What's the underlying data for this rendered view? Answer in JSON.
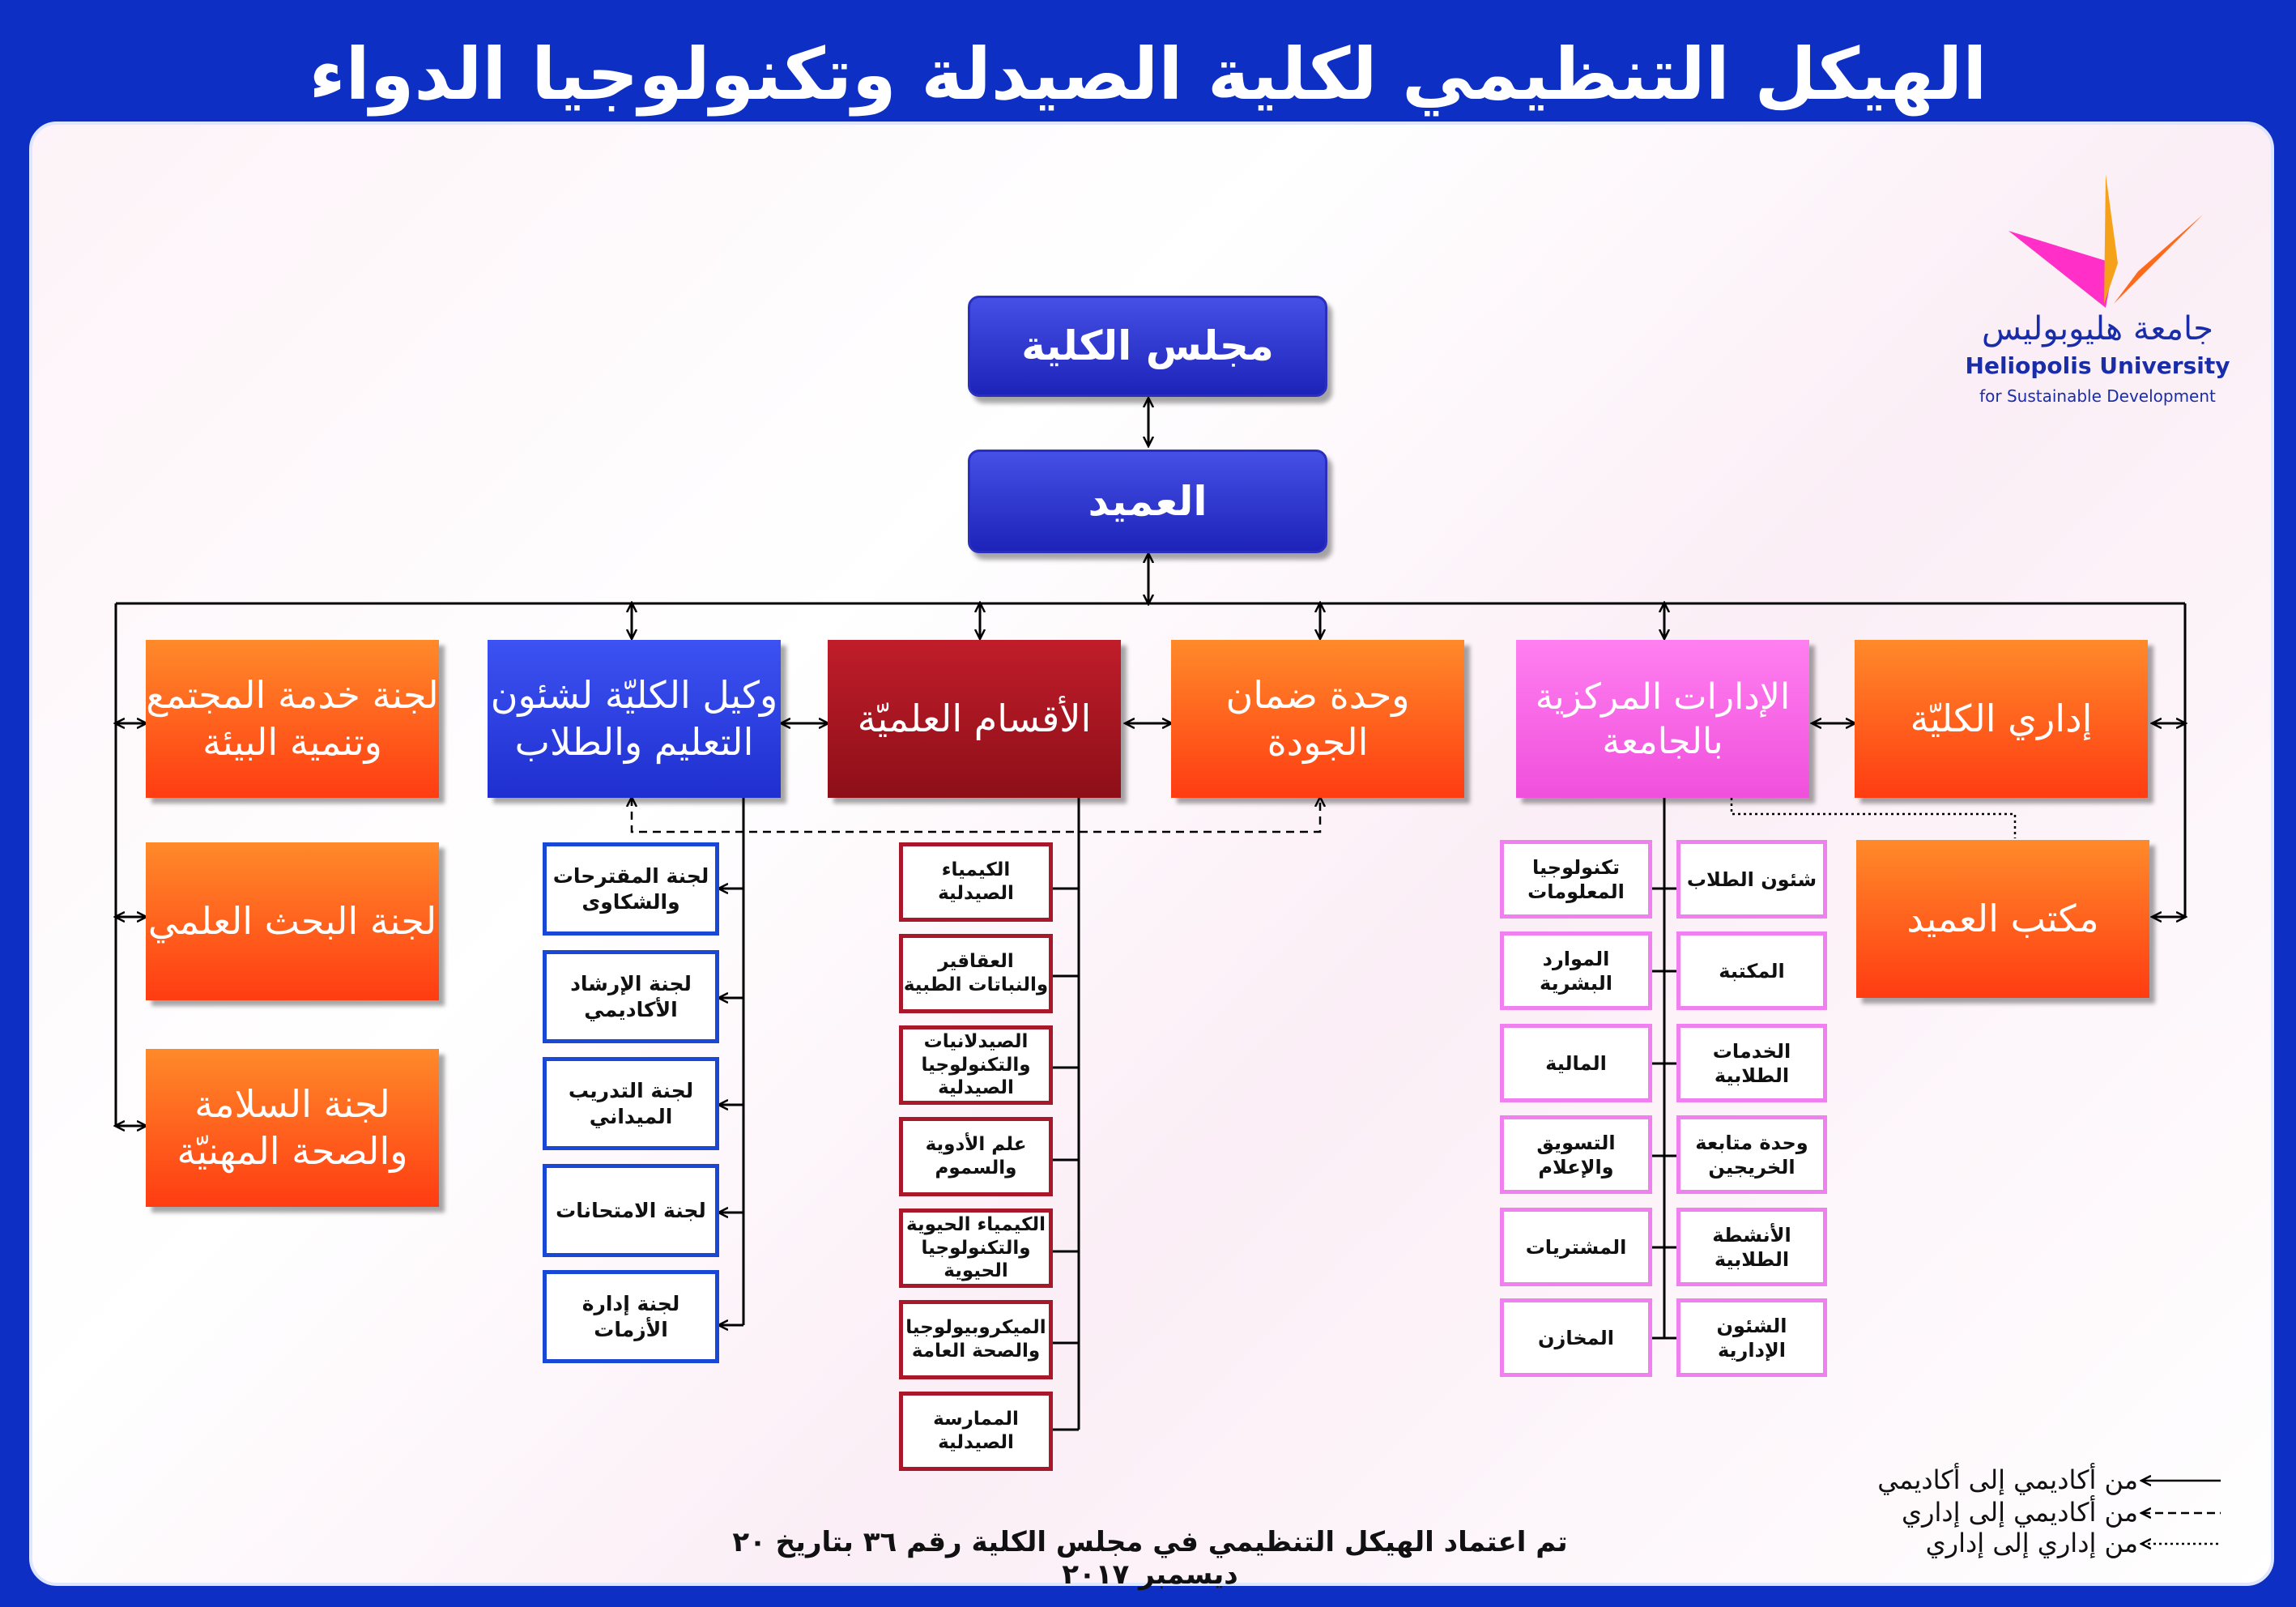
{
  "title": "الهيكل التنظيمي لكلية الصيدلة وتكنولوجيا الدواء",
  "logo": {
    "arabic": "جامعة هليوبوليس",
    "english": "Heliopolis University",
    "subtitle": "for Sustainable Development"
  },
  "top": {
    "council": "مجلس الكلية",
    "dean": "العميد"
  },
  "level1": {
    "faculty_admin": "إداري الكليّة",
    "central_admin": "الإدارات المركزية بالجامعة",
    "quality": "وحدة ضمان الجودة",
    "departments": "الأقسام العلميّة",
    "vice_dean": "وكيل الكليّة لشئون التعليم والطلاب",
    "community": "لجنة خدمة المجتمع وتنمية البيئة"
  },
  "left_committees": [
    "لجنة البحث العلمي",
    "لجنة السلامة والصحة المهنيّة"
  ],
  "dean_office": "مكتب العميد",
  "vice_committees": [
    "لجنة المقترحات والشكاوى",
    "لجنة الإرشاد الأكاديمي",
    "لجنة التدريب الميداني",
    "لجنة الامتحانات",
    "لجنة إدارة الأزمات"
  ],
  "departments_list": [
    "الكيمياء الصيدلية",
    "العقاقير والنباتات الطبية",
    "الصيدلانيات والتكنولوجيا الصيدلية",
    "علم الأدوية والسموم",
    "الكيمياء الحيوية والتكنولوجيا الحيوية",
    "الميكروبيولوجيا والصحة العامة",
    "الممارسة الصيدلية"
  ],
  "central_right": [
    "شئون الطلاب",
    "المكتبة",
    "الخدمات الطلابية",
    "وحدة متابعة الخريجين",
    "الأنشطة الطلابية",
    "الشئون الإدارية"
  ],
  "central_left": [
    "تكنولوجيا المعلومات",
    "الموارد البشرية",
    "المالية",
    "التسويق والإعلام",
    "المشتريات",
    "المخازن"
  ],
  "legend": {
    "solid": "من أكاديمي إلى أكاديمي",
    "dashed": "من أكاديمي إلى إداري",
    "dotted": "من إداري إلى إداري"
  },
  "footer": "تم اعتماد الهيكل التنظيمي في مجلس الكلية رقم ٣٦ بتاريخ ٢٠ ديسمبر ٢٠١٧",
  "colors": {
    "banner": "#0e2fc4",
    "navy": "#2a2fbf",
    "orange": "#ff4e18",
    "blue": "#2436d8",
    "red": "#a8182a",
    "pink": "#f36ee6"
  }
}
